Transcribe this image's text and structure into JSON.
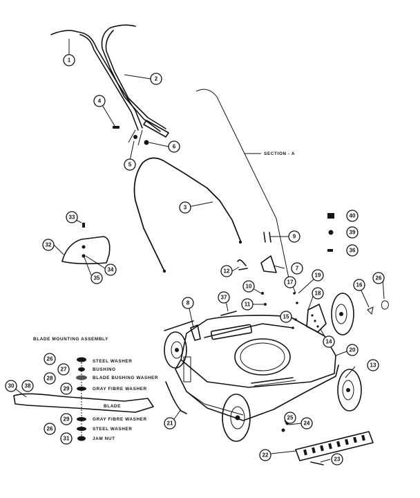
{
  "section_label": "SECTION - A",
  "blade_assembly": {
    "title": "BLADE MOUNTING ASSEMBLY",
    "blade_label": "BLADE",
    "rows": [
      {
        "num": "26",
        "desc": "STEEL WASHER"
      },
      {
        "num": "27",
        "desc": "BUSHING"
      },
      {
        "num": "28",
        "desc": "BLADE BUSHING WASHER"
      },
      {
        "num": "29",
        "desc": "GRAY FIBRE WASHER"
      },
      {
        "num": "29",
        "desc": "GRAY FIBRE WASHER"
      },
      {
        "num": "26",
        "desc": "STEEL WASHER"
      },
      {
        "num": "31",
        "desc": "JAM NUT"
      }
    ],
    "blade_part_num": "30"
  },
  "brand_text": "",
  "callouts": [
    {
      "id": "c1",
      "num": "1"
    },
    {
      "id": "c2",
      "num": "2"
    },
    {
      "id": "c3",
      "num": "3"
    },
    {
      "id": "c4",
      "num": "4"
    },
    {
      "id": "c5",
      "num": "5"
    },
    {
      "id": "c6",
      "num": "6"
    },
    {
      "id": "c7",
      "num": "7"
    },
    {
      "id": "c8",
      "num": "8"
    },
    {
      "id": "c9",
      "num": "9"
    },
    {
      "id": "c10",
      "num": "10"
    },
    {
      "id": "c11",
      "num": "11"
    },
    {
      "id": "c12",
      "num": "12"
    },
    {
      "id": "c13",
      "num": "13"
    },
    {
      "id": "c14",
      "num": "14"
    },
    {
      "id": "c15",
      "num": "15"
    },
    {
      "id": "c16",
      "num": "16"
    },
    {
      "id": "c17",
      "num": "17"
    },
    {
      "id": "c18",
      "num": "18"
    },
    {
      "id": "c19",
      "num": "19"
    },
    {
      "id": "c20",
      "num": "20"
    },
    {
      "id": "c21",
      "num": "21"
    },
    {
      "id": "c22",
      "num": "22"
    },
    {
      "id": "c23",
      "num": "23"
    },
    {
      "id": "c24",
      "num": "24"
    },
    {
      "id": "c25",
      "num": "25"
    },
    {
      "id": "c26",
      "num": "26"
    },
    {
      "id": "c32",
      "num": "32"
    },
    {
      "id": "c33",
      "num": "33"
    },
    {
      "id": "c34",
      "num": "34"
    },
    {
      "id": "c35",
      "num": "35"
    },
    {
      "id": "c36",
      "num": "36"
    },
    {
      "id": "c37",
      "num": "37"
    },
    {
      "id": "c38",
      "num": "38"
    },
    {
      "id": "c39",
      "num": "39"
    },
    {
      "id": "c40",
      "num": "40"
    }
  ]
}
